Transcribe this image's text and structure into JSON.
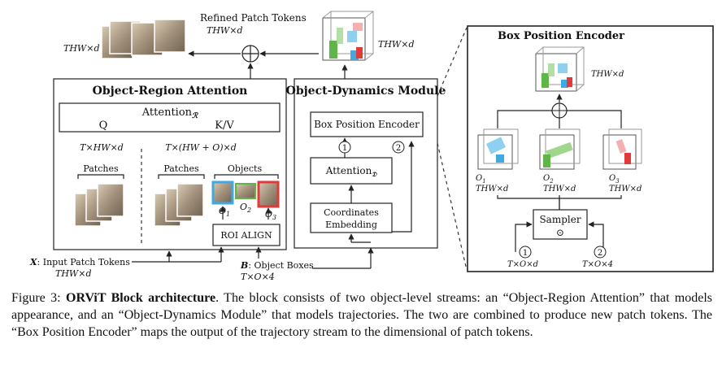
{
  "diagram": {
    "top_left_dim": "THW×d",
    "refined_label": "Refined Patch Tokens",
    "refined_dim": "THW×d",
    "top_right_dim": "THW×d",
    "ora": {
      "title": "Object-Region Attention",
      "attention": "Attention",
      "attention_sub": "ℛ",
      "q": "Q",
      "kv": "K/V",
      "dim_left": "T×HW×d",
      "dim_right": "T×(HW + O)×d",
      "patches_left": "Patches",
      "patches_right": "Patches",
      "objects": "Objects",
      "o1": "O",
      "o1_sub": "1",
      "o2": "O",
      "o2_sub": "2",
      "o3": "O",
      "o3_sub": "3",
      "roi": "ROI ALIGN"
    },
    "odm": {
      "title": "Object-Dynamics Module",
      "bpe": "Box Position Encoder",
      "c1": "1",
      "c2": "2",
      "attention": "Attention",
      "attention_sub": "𝔇",
      "coord_line1": "Coordinates",
      "coord_line2": "Embedding"
    },
    "inputs": {
      "x_bold": "X",
      "x_text": ": Input Patch Tokens",
      "x_dim": "THW×d",
      "b_bold": "B",
      "b_text": ": Object Boxes",
      "b_dim": "T×O×4"
    },
    "bpe_panel": {
      "title": "Box Position Encoder",
      "top_dim": "THW×d",
      "o1": "O",
      "o1_sub": "1",
      "o1_dim": "THW×d",
      "o2": "O",
      "o2_sub": "2",
      "o2_dim": "THW×d",
      "o3": "O",
      "o3_sub": "3",
      "o3_dim": "THW×d",
      "sampler": "Sampler",
      "sampler_op": "⊙",
      "c1": "1",
      "c1_dim": "T×O×d",
      "c2": "2",
      "c2_dim": "T×O×4"
    }
  },
  "caption": {
    "lead": "Figure 3: ",
    "bold": "ORViT Block architecture",
    "text": ". The block consists of two object-level streams: an “Object-Region Attention” that models appearance, and an “Object-Dynamics Module” that models trajectories. The two are combined to produce new patch tokens. The “Box Position Encoder” maps the output of the trajectory stream to the dimensional of patch tokens."
  },
  "colors": {
    "blue": "#3fa9e0",
    "green": "#5fb548",
    "red": "#e03a3a",
    "frame": "#9a8d7c"
  }
}
